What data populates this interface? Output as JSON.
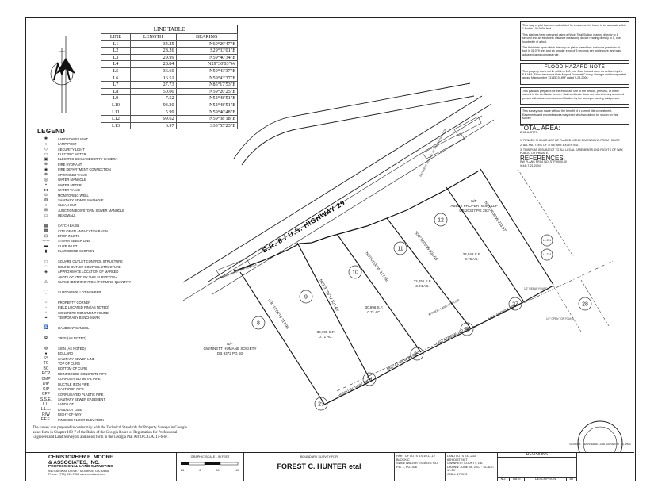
{
  "line_table": {
    "title": "LINE TABLE",
    "headers": [
      "LINE",
      "LENGTH",
      "BEARING"
    ],
    "rows": [
      [
        "L1",
        "34.25",
        "N60°29'47\"E"
      ],
      [
        "L2",
        "28.26",
        "S29°33'01\"E"
      ],
      [
        "L3",
        "29.99",
        "N59°40'34\"E"
      ],
      [
        "L4",
        "28.84",
        "N29°30'03\"W"
      ],
      [
        "L5",
        "36.60",
        "N59°43'37\"E"
      ],
      [
        "L6",
        "16.51",
        "N59°43'37\"E"
      ],
      [
        "L7",
        "27.73",
        "N85°17'53\"E"
      ],
      [
        "L8",
        "50.00",
        "N59°20'25\"E"
      ],
      [
        "L9",
        "7.52",
        "N52°48'51\"E"
      ],
      [
        "L10",
        "93.20",
        "N52°48'51\"E"
      ],
      [
        "L11",
        "5.99",
        "N59°40'48\"E"
      ],
      [
        "L12",
        "99.62",
        "N59°38'18\"E"
      ],
      [
        "L13",
        "6.97",
        "S33°55'23\"E"
      ]
    ]
  },
  "legend": {
    "title": "LEGEND",
    "items": [
      {
        "sym": "✱",
        "label": "LANDSCAPE LIGHT"
      },
      {
        "sym": "○",
        "label": "LAMP POST"
      },
      {
        "sym": "◇",
        "label": "SECURITY LIGHT"
      },
      {
        "sym": "▭",
        "label": "ELECTRIC METER"
      },
      {
        "sym": "▣",
        "label": "ELECTRIC BOX or SECURITY CAMERA"
      },
      {
        "sym": "⊕",
        "label": "FIRE HYDRANT"
      },
      {
        "sym": "◉",
        "label": "FIRE DEPARTMENT CONNECTION"
      },
      {
        "sym": "⊗",
        "label": "SPRINKLER VALVE"
      },
      {
        "sym": "◎",
        "label": "WATER MANHOLE"
      },
      {
        "sym": "▪",
        "label": "WATER METER"
      },
      {
        "sym": "⋈",
        "label": "WATER VALVE"
      },
      {
        "sym": "⊙",
        "label": "MONITORING WELL"
      },
      {
        "sym": "◍",
        "label": "SANITARY SEWER MANHOLE"
      },
      {
        "sym": "○",
        "label": "CLEAN OUT"
      },
      {
        "sym": "⊞",
        "label": "JUNCTION BOX/STORM SEWER MANHOLE"
      },
      {
        "sym": "▭",
        "label": "HEADWALL"
      },
      {
        "sym": "",
        "label": ""
      },
      {
        "sym": "▦",
        "label": "CATCH BASIN"
      },
      {
        "sym": "▩",
        "label": "CITY OF ATLANTA CATCH BASIN"
      },
      {
        "sym": "⊟",
        "label": "DROP INLETS"
      },
      {
        "sym": "─·─",
        "label": "STORM SEWER LINE"
      },
      {
        "sym": "▬",
        "label": "CURB INLET"
      },
      {
        "sym": "▮",
        "label": "FLARED END SECTION"
      },
      {
        "sym": "",
        "label": ""
      },
      {
        "sym": "□",
        "label": "SQUARE OUTLET CONTROL STRUCTURE"
      },
      {
        "sym": "◌",
        "label": "ROUND OUTLET CONTROL STRUCTURE"
      },
      {
        "sym": "◈",
        "label": "APPROXIMATE LOCATION OF MARKED"
      },
      {
        "sym": "",
        "label": "~NOT LOCATED BY THIS SURVEYOR~"
      },
      {
        "sym": "△",
        "label": "CURVE IDENTIFICATION / FORMING QUANTITY"
      },
      {
        "sym": "",
        "label": ""
      },
      {
        "sym": "◯",
        "label": "SUBDIVISION LOT NUMBER"
      },
      {
        "sym": "",
        "label": ""
      },
      {
        "sym": "○",
        "label": "PROPERTY CORNER"
      },
      {
        "sym": "◦",
        "label": "FIELD LOCATED PIN (AS NOTED)"
      },
      {
        "sym": "▫",
        "label": "CONCRETE MONUMENT FOUND"
      },
      {
        "sym": "⌖",
        "label": "TEMPORARY BENCHMARK"
      },
      {
        "sym": "",
        "label": ""
      },
      {
        "sym": "♿",
        "label": "HANDICAP SYMBOL"
      },
      {
        "sym": "",
        "label": ""
      },
      {
        "sym": "✿",
        "label": "TREE (AS NOTED)"
      },
      {
        "sym": "",
        "label": ""
      },
      {
        "sym": "◍",
        "label": "SIGN (AS NOTED)"
      },
      {
        "sym": "●",
        "label": "BOLLARD"
      },
      {
        "sym": "SS",
        "label": "SANITARY SEWER LINE"
      },
      {
        "sym": "TC",
        "label": "TOP OF CURB"
      },
      {
        "sym": "BC",
        "label": "BOTTOM OF CURB"
      },
      {
        "sym": "RCP",
        "label": "REINFORCED CONCRETE PIPE"
      },
      {
        "sym": "CMP",
        "label": "CORRUGATED METAL PIPE"
      },
      {
        "sym": "DIP",
        "label": "DUCTILE IRON PIPE"
      },
      {
        "sym": "CIP",
        "label": "CAST IRON PIPE"
      },
      {
        "sym": "CPP",
        "label": "CORRUGATED PLASTIC PIPE"
      },
      {
        "sym": "S.S.E.",
        "label": "SANITARY SEWER EASEMENT"
      },
      {
        "sym": "L.L.",
        "label": "LAND LOT"
      },
      {
        "sym": "L.L.L.",
        "label": "LAND LOT LINE"
      },
      {
        "sym": "R/W",
        "label": "RIGHT-OF-WAY"
      },
      {
        "sym": "F.F.E.",
        "label": "FINISHED FLOOR ELEVATION"
      }
    ]
  },
  "notes": {
    "note1": "This map or plat has been calculated for closure and is found to be accurate within 1 foot in 100,000+ feet.",
    "note2": "This plat has been prepared using a Nikon Total Station reading directly to 1 second and an electronic distance measuring device reading directly to 1, one hundredth of a foot.",
    "note3": "The field data upon which this map or plat is based has a closure precision of 1 foot in 31,079 feet and an angular error of 3 seconds per angle point, and was adjusted using compass rule.",
    "flood_title": "FLOOD HAZARD NOTE",
    "flood_text": "This property does not lie within a 100 year flood hazard zone as defined by the F.E.M.A. Flood Insurance Rate Map of Gwinnett County, Georgia and Incorporated areas. Map number 13135C0189F dated 9-29-2006.",
    "warranty": "This plat was prepared for the exclusive use of the person, persons, or entity named in the certificate hereon. Said certificate does not extend to any unnamed person without an express recertification by the surveyor naming said person.",
    "benefit": "This survey was made without the benefit of a current title commitment. Easements and encumbrances may exist which would not be shown on this survey.",
    "area_title": "TOTAL AREA:",
    "area_value": "2.92 ACRES",
    "list": [
      "1. FENCES SHOULD NOT BE PLACED USING DIMENSIONS FROM HOUSE",
      "2. ALL MATTERS OF TITLE ARE EXCEPTED.",
      "3. THIS PLAT IS SUBJECT TO ALL LEGAL EASEMENTS AND RIGHTS OF WAY, PUBLIC OR PRIVATE."
    ],
    "refs_title": "REFERENCES:",
    "refs": [
      "RW PLANS PROJ NO. STP-0000-00",
      "(644) 7-21-2004"
    ]
  },
  "statement": "The survey was prepared in conformity with the Technical Standards for Property Surveys in Georgia as set forth in Chapter 180-7 of the Rules of the Georgia Board of Registration for Professional Engineers and Land Surveyors and as set forth in the Georgia Plat Act O.C.G.A. 15-6-67.",
  "title_block": {
    "company1": "CHRISTOPHER E. MOORE",
    "company2": "& ASSOCIATES, INC.",
    "company3": "PROFESSIONAL LAND SURVEYING",
    "address": "940 FAIRWAY DRIVE · MONROE, GA 30655",
    "phone": "Phone: (770) 993-7418  www.cmoland.com",
    "scale_title": "GRAPHIC SCALE - IN FEET",
    "scale_marks": [
      "25",
      "0",
      "50",
      "100"
    ],
    "boundary_for": "BOUNDARY SURVEY FOR",
    "owner": "FOREST C. HUNTER etal",
    "parcel": [
      "PART OF LOTS 8,9,10,11,12",
      "BLOCK C",
      "SWEETWATER ESTATES S/D",
      "P.B. L, PG. 306"
    ],
    "landlot": [
      "LAND LOTS 231,233",
      "6TH DISTRICT",
      "GWINNETT COUNTY, GA",
      "DRAWN: JUNE 28, 2017 · SCALE: 1\"=50'",
      "JOB #: 170013"
    ],
    "revisions_title": "REVISIONS",
    "rev_cols": [
      "NO.",
      "DATE",
      "DESCRIPTION",
      "BY"
    ],
    "seal_text": "GEORGIA · REGISTERED LAND SURVEYOR · No. 2520"
  },
  "map": {
    "highway": "S.R. 8 / U.S. HIGHWAY 29",
    "abbey": [
      "N/F",
      "ABBEY PROPERTIES, LLLP",
      "DB 20347 PG 253"
    ],
    "humane": [
      "N/F",
      "GWINNETT HUMANE SOCIETY",
      "DB 9372 PG 50"
    ],
    "lots": [
      "8",
      "9",
      "10",
      "11",
      "12",
      "23",
      "24",
      "25",
      "26",
      "27",
      "28"
    ],
    "ll_tags": [
      "LL 231",
      "LL 233"
    ],
    "lot_areas": [
      {
        "sf": "30,795 S.F.",
        "ac": "0.71 AC."
      },
      {
        "sf": "30,896 S.F.",
        "ac": "0.71 AC."
      },
      {
        "sf": "32,255 S.F.",
        "ac": "0.74 AC."
      },
      {
        "sf": "33,049 S.F.",
        "ac": "0.76 AC."
      }
    ],
    "side_bearings": [
      "N30°11'06\"W 317.90'",
      "N29°37'06\"W 321.46'",
      "N30°01'00\"W 327.08'",
      "N30°18'00\"W 334.58'",
      "N30°38'09\"W 333.07'"
    ],
    "rear_bearings": [
      "N63°01'31\"W 97.54'",
      "N62°41'45\"W 99.20'",
      "N62°47'00\"W 100.10'",
      "N62°48'00\"W 99.51'"
    ],
    "approx_lot_line": "APPROX. LAND LOT LINE",
    "easement_left": "EASEMENT FOR CITY OF GEORGIA",
    "easement_right": "EASEMENT PER SEC. OF TRANSPORTATION",
    "open_top": "1/2\" OPEN TOP FOUND",
    "rebar": "1/2\" REBAR FOUND"
  }
}
